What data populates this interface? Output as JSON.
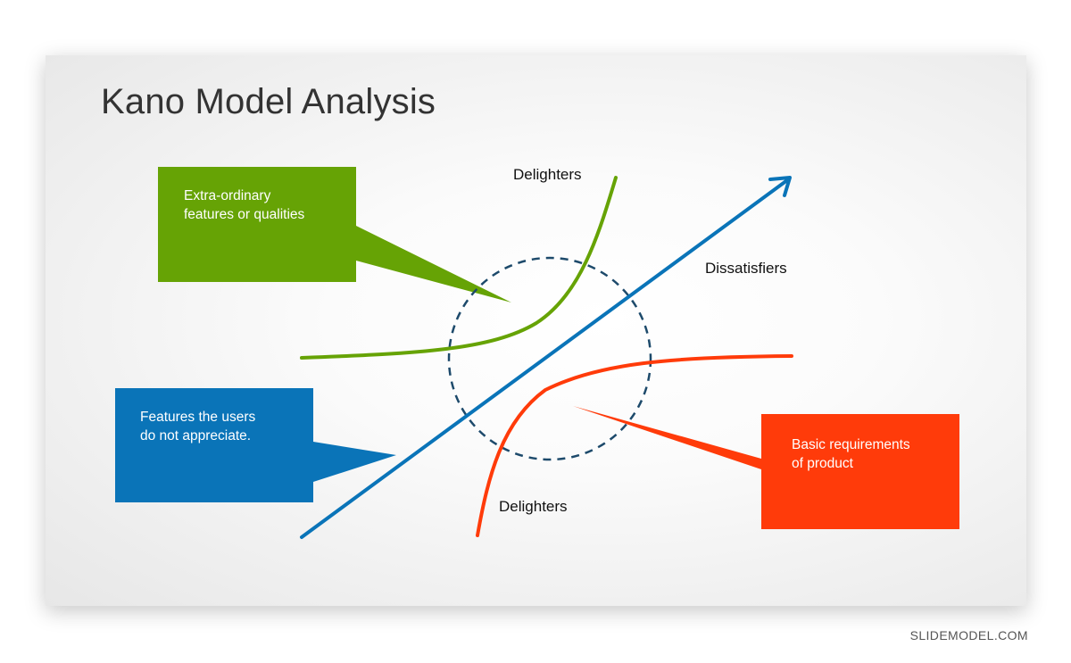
{
  "slide": {
    "title": "Kano Model Analysis"
  },
  "labels": {
    "delighters_top": "Delighters",
    "dissatisfiers": "Dissatisfiers",
    "delighters_bottom": "Delighters"
  },
  "callouts": {
    "green": {
      "line1": "Extra-ordinary",
      "line2": "features or qualities",
      "color": "#66a305"
    },
    "blue": {
      "line1": "Features the users",
      "line2": "do not appreciate.",
      "color": "#0a74b8"
    },
    "red": {
      "line1": "Basic requirements",
      "line2": "of product",
      "color": "#ff3b0a"
    }
  },
  "colors": {
    "circle": "#1d4a6b",
    "title": "#333333"
  },
  "watermark": "SLIDEMODEL.COM"
}
